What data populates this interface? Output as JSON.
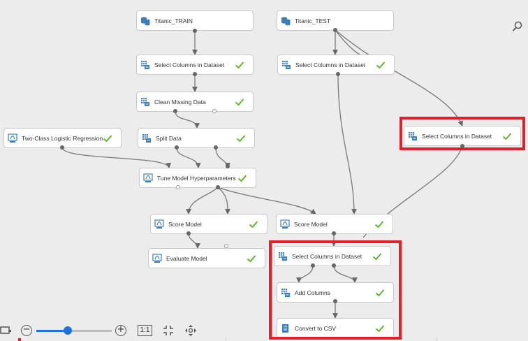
{
  "canvas": {
    "modules": [
      {
        "id": "titanic_train",
        "label": "Titanic_TRAIN",
        "icon": "dataset-icon",
        "check": false
      },
      {
        "id": "titanic_test",
        "label": "Titanic_TEST",
        "icon": "dataset-icon",
        "check": false
      },
      {
        "id": "sel_cols_train",
        "label": "Select Columns in Dataset",
        "icon": "table-module-icon",
        "check": true
      },
      {
        "id": "sel_cols_test",
        "label": "Select Columns in Dataset",
        "icon": "table-module-icon",
        "check": true
      },
      {
        "id": "clean_missing",
        "label": "Clean Missing Data",
        "icon": "table-module-icon",
        "check": true
      },
      {
        "id": "two_class_lr",
        "label": "Two-Class Logistic Regression",
        "icon": "model-icon",
        "check": true
      },
      {
        "id": "split_data",
        "label": "Split Data",
        "icon": "table-module-icon",
        "check": true
      },
      {
        "id": "sel_cols_right",
        "label": "Select Columns in Dataset",
        "icon": "table-module-icon",
        "check": true
      },
      {
        "id": "tune_model",
        "label": "Tune Model Hyperparameters",
        "icon": "model-icon",
        "check": true
      },
      {
        "id": "score_model_1",
        "label": "Score Model",
        "icon": "model-icon",
        "check": true
      },
      {
        "id": "score_model_2",
        "label": "Score Model",
        "icon": "model-icon",
        "check": true
      },
      {
        "id": "evaluate_model",
        "label": "Evaluate Model",
        "icon": "model-icon",
        "check": true
      },
      {
        "id": "sel_cols_bottom",
        "label": "Select Columns in Dataset",
        "icon": "table-module-icon",
        "check": true
      },
      {
        "id": "add_columns",
        "label": "Add Columns",
        "icon": "table-module-icon",
        "check": true
      },
      {
        "id": "convert_csv",
        "label": "Convert to CSV",
        "icon": "csv-icon",
        "check": true
      }
    ]
  },
  "toolbar": {
    "fit_label": "1:1",
    "zoom_out_label": "−",
    "zoom_in_label": "+",
    "zoom_level": 0.42
  },
  "colors": {
    "highlight": "#e0202a",
    "check": "#5cb82e",
    "accent": "#1e73d6"
  }
}
